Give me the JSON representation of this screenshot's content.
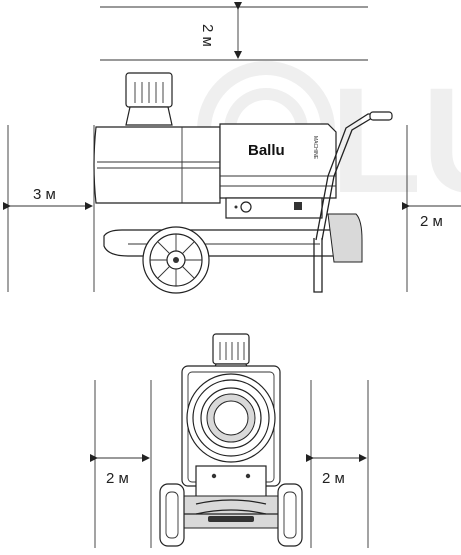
{
  "watermark": {
    "text": "LU"
  },
  "brand": {
    "name": "Ballu",
    "sub": "MACHINE"
  },
  "clearances": {
    "top": "2 м",
    "rear": "3 м",
    "front": "2 м",
    "left_side": "2 м",
    "right_side": "2 м"
  },
  "colors": {
    "line": "#222222",
    "watermark": "#efefef",
    "background": "#ffffff"
  }
}
